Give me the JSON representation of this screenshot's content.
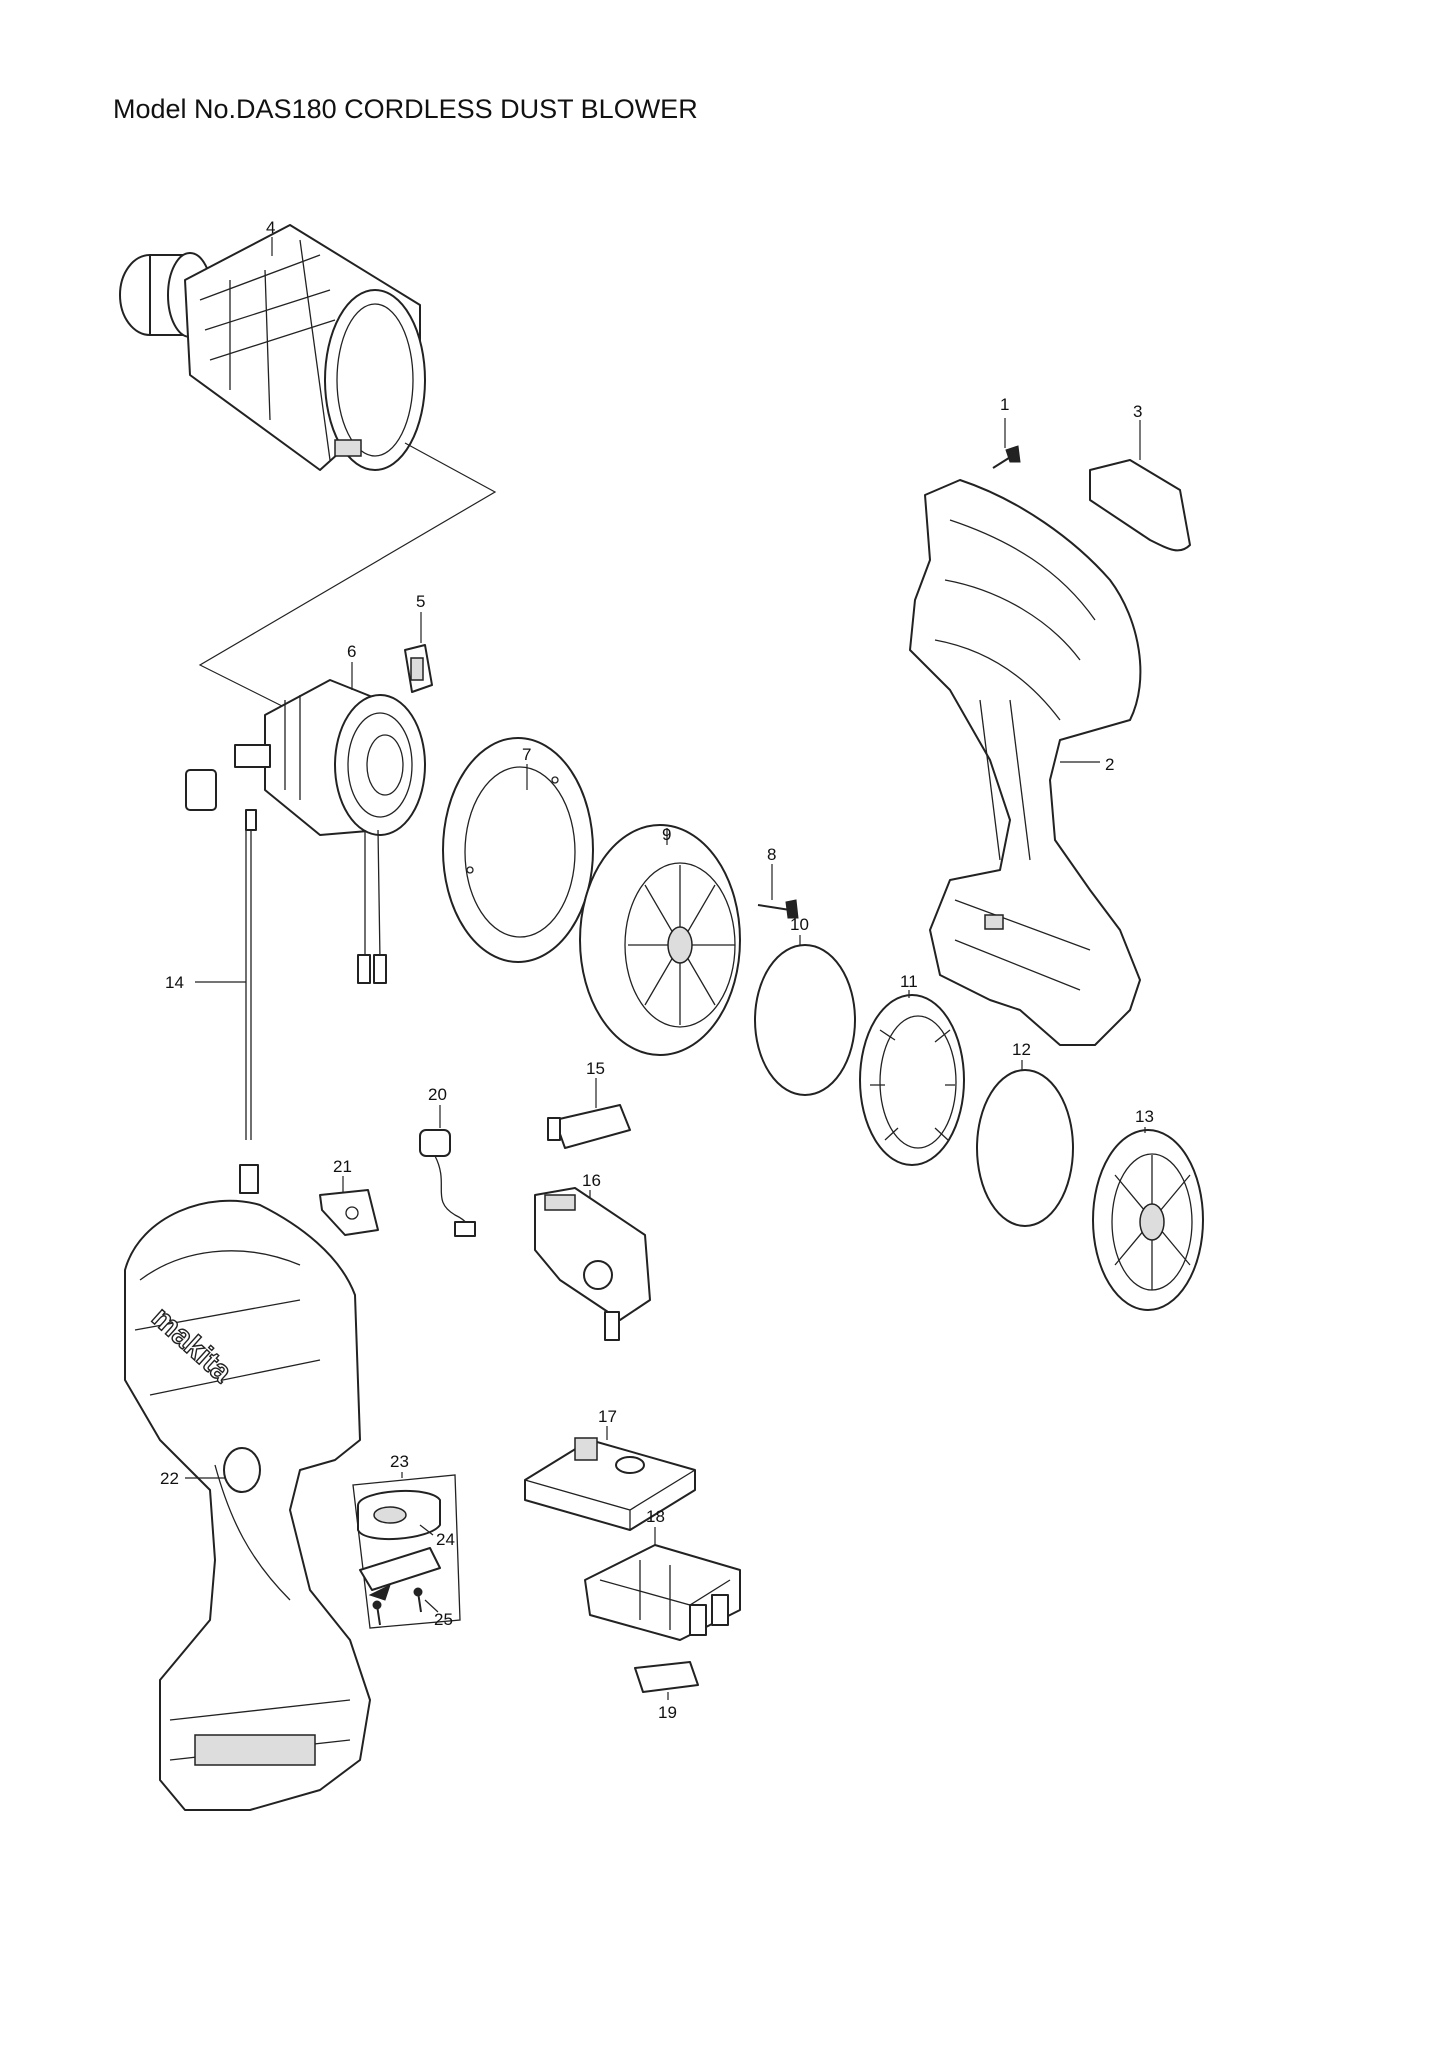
{
  "title": "Model No.DAS180 CORDLESS DUST BLOWER",
  "logo_text": "makita",
  "callouts": {
    "p1": "1",
    "p2": "2",
    "p3": "3",
    "p4": "4",
    "p5": "5",
    "p6": "6",
    "p7": "7",
    "p8": "8",
    "p9": "9",
    "p10": "10",
    "p11": "11",
    "p12": "12",
    "p13": "13",
    "p14": "14",
    "p15": "15",
    "p16": "16",
    "p17": "17",
    "p18": "18",
    "p19": "19",
    "p20": "20",
    "p21": "21",
    "p22": "22",
    "p23": "23",
    "p24": "24",
    "p25": "25"
  }
}
